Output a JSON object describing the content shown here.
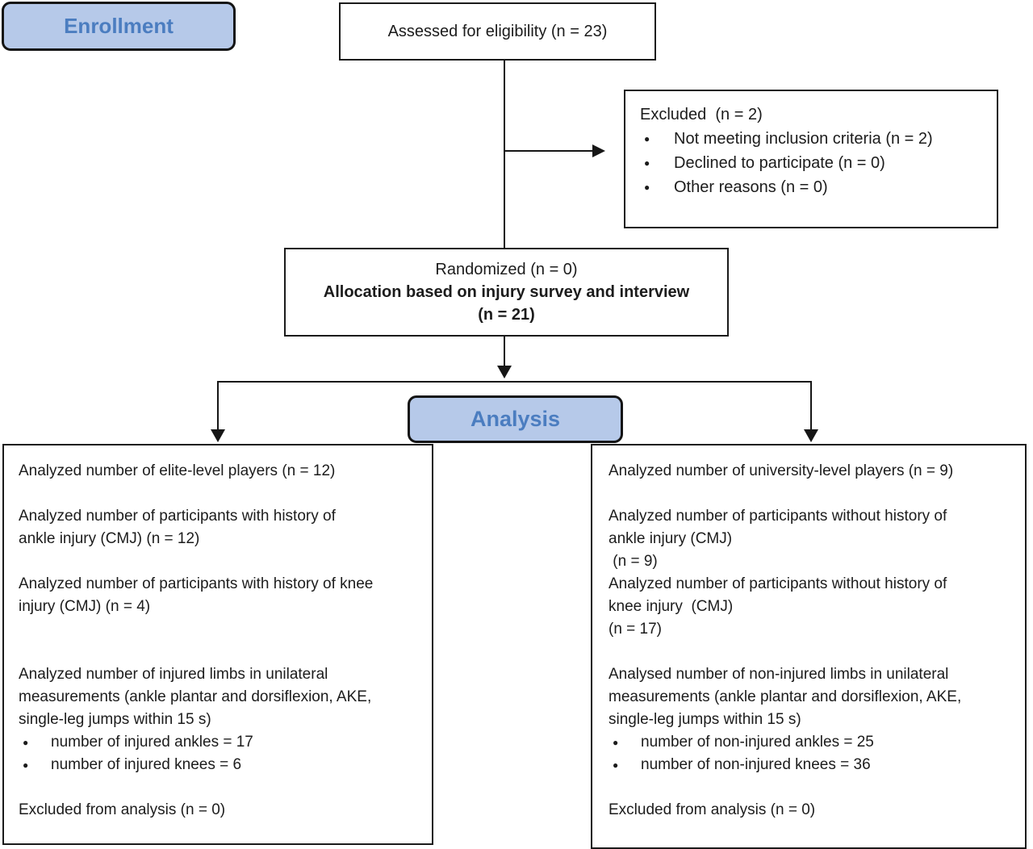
{
  "palette": {
    "tab_fill": "#b6c9e9",
    "tab_text": "#4b7dc0",
    "box_border": "#1b1b1b",
    "text": "#1c1c1c"
  },
  "stages": {
    "enrollment": "Enrollment",
    "analysis": "Analysis"
  },
  "assessed": {
    "text": "Assessed for eligibility (n = 23)"
  },
  "excluded": {
    "title": "Excluded  (n = 2)",
    "bullets": [
      "Not meeting inclusion criteria (n = 2)",
      "Declined to participate (n = 0)",
      "Other reasons (n = 0)"
    ]
  },
  "randomized": {
    "line1": "Randomized (n = 0)",
    "line2": "Allocation based on injury survey and interview",
    "line3": "(n = 21)"
  },
  "left_analysis": {
    "p1": "Analyzed number of elite-level players (n = 12)",
    "p2": "Analyzed number of participants with history of\nankle injury (CMJ) (n = 12)",
    "p3": "Analyzed number of participants with history of knee\ninjury (CMJ) (n = 4)",
    "p4": "Analyzed number of injured limbs in unilateral\nmeasurements (ankle plantar and dorsiflexion, AKE,\nsingle-leg jumps within 15 s)",
    "bullets": [
      "number of injured ankles = 17",
      "number of injured knees = 6"
    ],
    "p5": "Excluded from analysis (n = 0)"
  },
  "right_analysis": {
    "p1": "Analyzed number of university-level players (n = 9)",
    "p2": "Analyzed number of participants without history of\nankle injury (CMJ)\n (n = 9)",
    "p3": "Analyzed number of participants without history of\nknee injury  (CMJ)\n(n = 17)",
    "p4": "Analysed number of non-injured limbs in unilateral\nmeasurements (ankle plantar and dorsiflexion, AKE,\nsingle-leg jumps within 15 s)",
    "bullets": [
      "number of non-injured ankles = 25",
      "number of non-injured knees = 36"
    ],
    "p5": "Excluded from analysis (n = 0)"
  }
}
